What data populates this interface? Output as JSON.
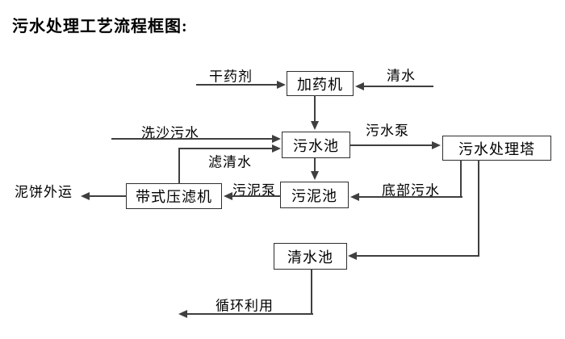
{
  "title": "污水处理工艺流程框图:",
  "diagram": {
    "type": "flowchart",
    "nodes": {
      "dosing_machine": "加药机",
      "sewage_pool": "污水池",
      "treatment_tower": "污水处理塔",
      "belt_filter_press": "带式压滤机",
      "sludge_pool": "污泥池",
      "clean_water_pool": "清水池"
    },
    "flow_labels": {
      "dry_chemical": "干药剂",
      "clean_water": "清水",
      "sand_wash_sewage": "洗沙污水",
      "sewage_pump": "污水泵",
      "filtered_water": "滤清水",
      "sludge_pump": "污泥泵",
      "bottom_sewage": "底部污水",
      "mud_cake_outbound": "泥饼外运",
      "recycle_use": "循环利用"
    },
    "edges": [
      "干药剂 → 加药机",
      "清水 → 加药机",
      "加药机 → 污水池",
      "洗沙污水 → 污水池",
      "带式压滤机 → 污水池 (滤清水)",
      "污水池 → 污水处理塔 (污水泵)",
      "污水池 → 污泥池",
      "污水处理塔 → 污泥池 (底部污水)",
      "污泥池 → 带式压滤机 (污泥泵)",
      "带式压滤机 → 泥饼外运",
      "污水处理塔 → 清水池",
      "清水池 → 循环利用"
    ],
    "colors": {
      "line": "#3f3f3f",
      "box_border": "#2e2e2e",
      "text": "#000000",
      "background": "#ffffff"
    }
  }
}
